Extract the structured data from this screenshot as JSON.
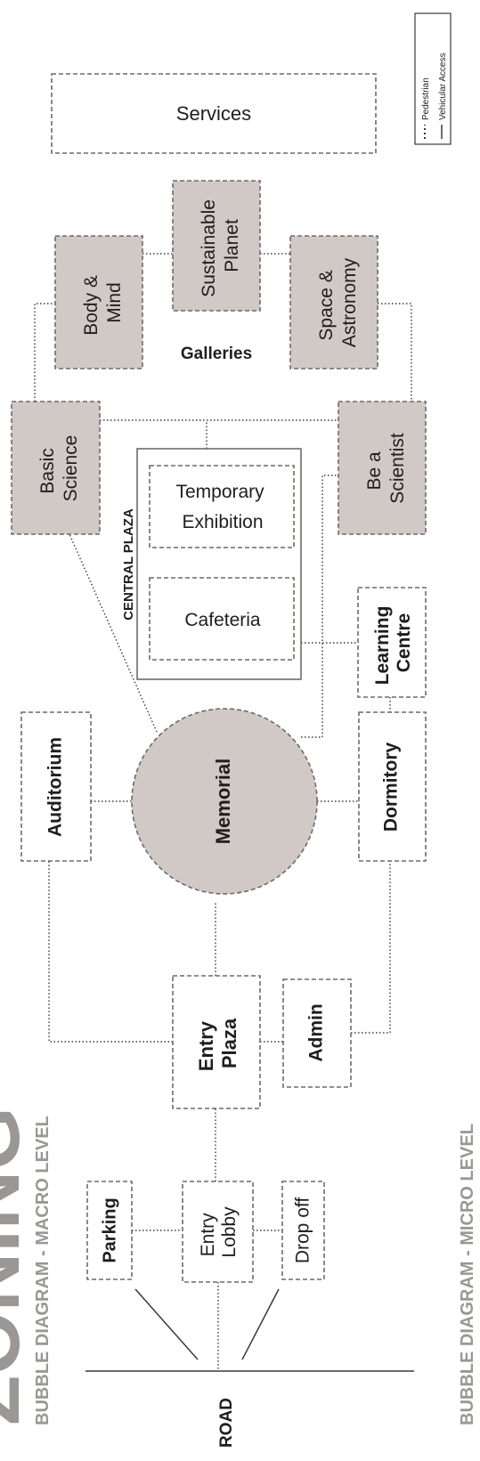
{
  "heading": {
    "title": "ZONING",
    "subtitle_macro": "BUBBLE DIAGRAM - MACRO LEVEL",
    "subtitle_micro": "BUBBLE DIAGRAM - MICRO LEVEL"
  },
  "legend": {
    "pedestrian": "Pedestrian",
    "vehicular": "Vehicular Access"
  },
  "zones": {
    "road": "ROAD",
    "parking": "Parking",
    "entry_lobby": [
      "Entry",
      "Lobby"
    ],
    "drop_off": "Drop off",
    "entry_plaza": [
      "Entry",
      "Plaza"
    ],
    "admin": "Admin",
    "auditorium": "Auditorium",
    "memorial": "Memorial",
    "dormitory": "Dormitory",
    "learning_centre": [
      "Learning",
      "Centre"
    ],
    "central_plaza": "CENTRAL PLAZA",
    "cafeteria": "Cafeteria",
    "temporary_exhibition": [
      "Temporary",
      "Exhibition"
    ],
    "basic_science": [
      "Basic",
      "Science"
    ],
    "be_a_scientist": [
      "Be a",
      "Scientist"
    ],
    "galleries": "Galleries",
    "body_mind": [
      "Body &",
      "Mind"
    ],
    "sustainable_planet": [
      "Sustainable",
      "Planet"
    ],
    "space_astronomy": [
      "Space &",
      "Astronomy"
    ],
    "services": "Services"
  },
  "colors": {
    "gallery_fill": "#d1c9c6",
    "memorial_fill": "#d1c9c6",
    "title_grey": "#9a9795",
    "line": "#3a3a3a"
  }
}
